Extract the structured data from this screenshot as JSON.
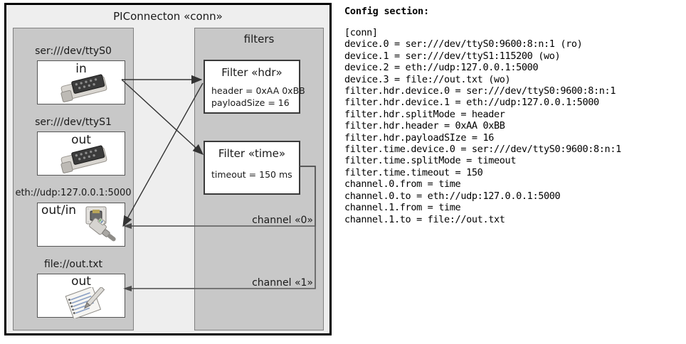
{
  "diagram": {
    "title": "PIConnecton «conn»",
    "devices_panel": {
      "name": "devices-panel",
      "devices": [
        {
          "label": "ser:///dev/ttyS0",
          "io": "in",
          "icon": "serial-port-icon"
        },
        {
          "label": "ser:///dev/ttyS1",
          "io": "out",
          "icon": "serial-port-icon"
        },
        {
          "label": "eth://udp:127.0.0.1:5000",
          "io": "out/in",
          "icon": "ethernet-icon"
        },
        {
          "label": "file://out.txt",
          "io": "out",
          "icon": "document-pen-icon"
        }
      ]
    },
    "filters_panel": {
      "title": "filters",
      "filters": [
        {
          "name": "Filter «hdr»",
          "attrs": [
            "header = 0xAA 0xBB",
            "payloadSize = 16"
          ]
        },
        {
          "name": "Filter «time»",
          "attrs": [
            "timeout = 150 ms"
          ]
        }
      ],
      "channels": [
        {
          "label": "channel «0»"
        },
        {
          "label": "channel «1»"
        }
      ]
    },
    "colors": {
      "frame_border": "#000000",
      "frame_fill": "#eeeeee",
      "panel_fill": "#c8c8c8",
      "panel_border": "#808080",
      "box_fill": "#ffffff",
      "box_border": "#3a3a3a",
      "arrow": "#333333"
    }
  },
  "config": {
    "heading": "Config section:",
    "lines": [
      "[conn]",
      "device.0 = ser:///dev/ttyS0:9600:8:n:1 (ro)",
      "device.1 = ser:///dev/ttyS1:115200 (wo)",
      "device.2 = eth://udp:127.0.0.1:5000",
      "device.3 = file://out.txt (wo)",
      "filter.hdr.device.0 = ser:///dev/ttyS0:9600:8:n:1",
      "filter.hdr.device.1 = eth://udp:127.0.0.1:5000",
      "filter.hdr.splitMode = header",
      "filter.hdr.header = 0xAA 0xBB",
      "filter.hdr.payloadSIze = 16",
      "filter.time.device.0 = ser:///dev/ttyS0:9600:8:n:1",
      "filter.time.splitMode = timeout",
      "filter.time.timeout = 150",
      "channel.0.from = time",
      "channel.0.to = eth://udp:127.0.0.1:5000",
      "channel.1.from = time",
      "channel.1.to = file://out.txt"
    ]
  }
}
